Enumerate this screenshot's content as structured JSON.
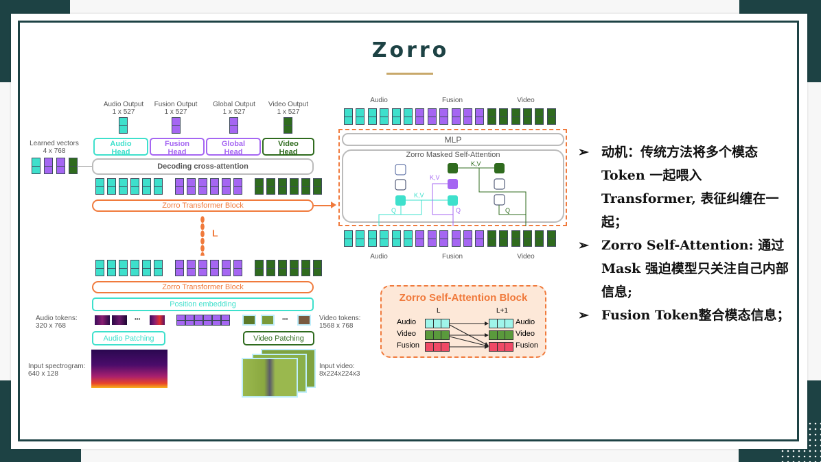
{
  "slide": {
    "title": "Zorro",
    "colors": {
      "frame": "#1d4244",
      "accent_rule": "#c8a86a",
      "audio": "#3ee0cc",
      "fusion": "#a566f2",
      "video": "#2f6b1e",
      "orange": "#f07a3c"
    }
  },
  "left_diagram": {
    "outputs": [
      {
        "label": "Audio Output",
        "dim": "1 x 527",
        "head": [
          "Audio",
          "Head"
        ]
      },
      {
        "label": "Fusion  Output",
        "dim": "1 x 527",
        "head": [
          "Fusion",
          "Head"
        ]
      },
      {
        "label": "Global  Output",
        "dim": "1 x 527",
        "head": [
          "Global",
          "Head"
        ]
      },
      {
        "label": "Video Output",
        "dim": "1 x 527",
        "head": [
          "Video",
          "Head"
        ]
      }
    ],
    "learned_vectors": {
      "label": "Learned vectors",
      "dim": "4 x 768"
    },
    "decoding": "Decoding cross-attention",
    "transformer_block": "Zorro Transformer Block",
    "repeat_label": "L",
    "position_embedding": "Position embedding",
    "audio_tokens": {
      "label": "Audio tokens:",
      "dim": "320 x 768"
    },
    "video_tokens": {
      "label": "Video tokens:",
      "dim": "1568 x 768"
    },
    "ellipsis": "•••",
    "audio_patching": "Audio Patching",
    "video_patching": "Video Patching",
    "input_spectrogram": {
      "label": "Input spectrogram:",
      "dim": "640 x 128"
    },
    "input_video": {
      "label": "Input video:",
      "dim": "8x224x224x3"
    }
  },
  "right_diagram": {
    "top_labels": [
      "Audio",
      "Fusion",
      "Video"
    ],
    "bottom_labels": [
      "Audio",
      "Fusion",
      "Video"
    ],
    "mlp": "MLP",
    "attention": "Zorro Masked Self-Attention",
    "kv": "K,V",
    "q": "Q"
  },
  "legend_block": {
    "title": "Zorro Self-Attention Block",
    "layer_l": "L",
    "layer_l1": "L+1",
    "rows_left": [
      "Audio",
      "Video",
      "Fusion"
    ],
    "rows_right": [
      "Audio",
      "Video",
      "Fusion"
    ]
  },
  "bullets": [
    {
      "marker": "➢",
      "text": "动机：传统方法将多个模态 Token 一起喂入 Transformer, 表征纠缠在一起；"
    },
    {
      "marker": "➢",
      "text": "Zorro Self-Attention: 通过 Mask 强迫模型只关注自己内部信息;"
    },
    {
      "marker": "➢",
      "text": "Fusion Token整合模态信息；"
    }
  ]
}
